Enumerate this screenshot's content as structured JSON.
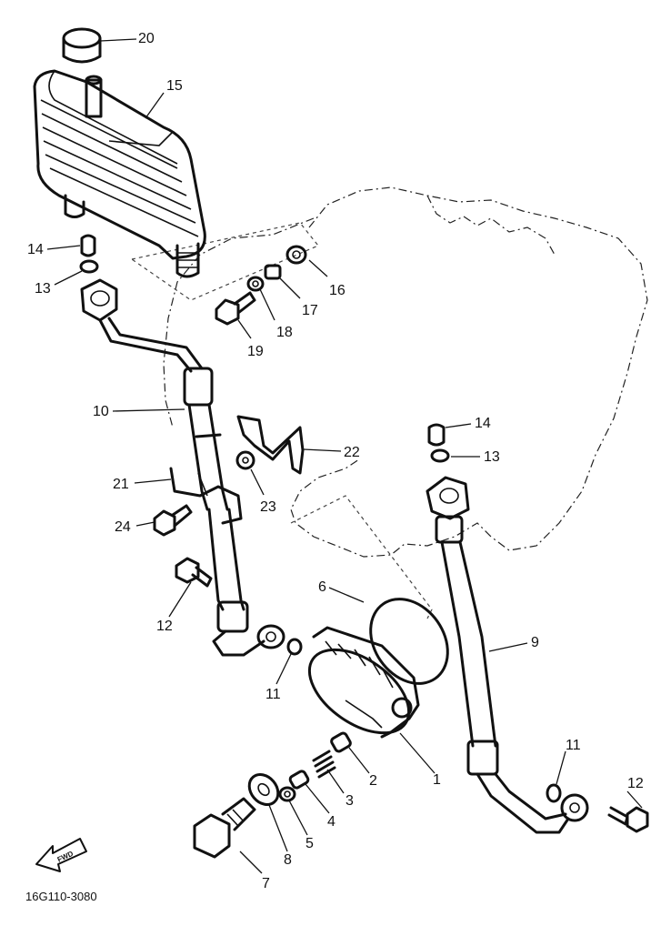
{
  "diagram": {
    "drawing_code": "16G110-3080",
    "fwd_label": "FWD",
    "callouts": [
      {
        "id": "c20",
        "text": "20"
      },
      {
        "id": "c15",
        "text": "15"
      },
      {
        "id": "c14a",
        "text": "14"
      },
      {
        "id": "c13a",
        "text": "13"
      },
      {
        "id": "c16",
        "text": "16"
      },
      {
        "id": "c17",
        "text": "17"
      },
      {
        "id": "c18",
        "text": "18"
      },
      {
        "id": "c19",
        "text": "19"
      },
      {
        "id": "c10",
        "text": "10"
      },
      {
        "id": "c14b",
        "text": "14"
      },
      {
        "id": "c13b",
        "text": "13"
      },
      {
        "id": "c22",
        "text": "22"
      },
      {
        "id": "c21",
        "text": "21"
      },
      {
        "id": "c23",
        "text": "23"
      },
      {
        "id": "c24",
        "text": "24"
      },
      {
        "id": "c6",
        "text": "6"
      },
      {
        "id": "c12a",
        "text": "12"
      },
      {
        "id": "c9",
        "text": "9"
      },
      {
        "id": "c11a",
        "text": "11"
      },
      {
        "id": "c11b",
        "text": "11"
      },
      {
        "id": "c2",
        "text": "2"
      },
      {
        "id": "c1",
        "text": "1"
      },
      {
        "id": "c3",
        "text": "3"
      },
      {
        "id": "c12b",
        "text": "12"
      },
      {
        "id": "c4",
        "text": "4"
      },
      {
        "id": "c5",
        "text": "5"
      },
      {
        "id": "c8",
        "text": "8"
      },
      {
        "id": "c7",
        "text": "7"
      }
    ]
  }
}
